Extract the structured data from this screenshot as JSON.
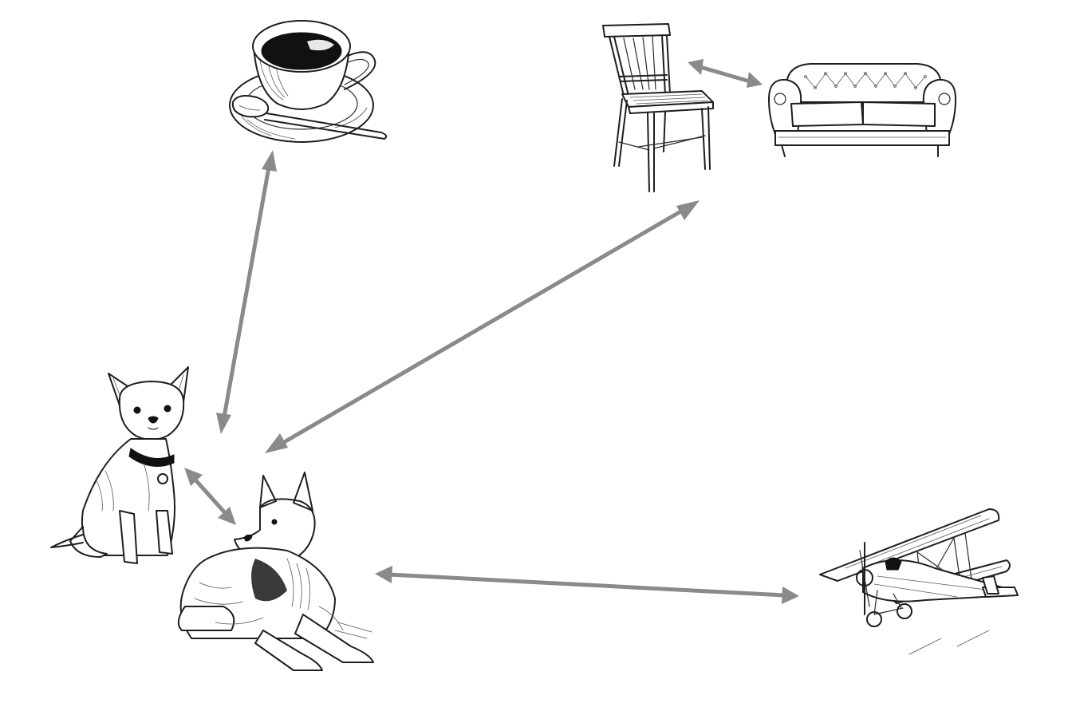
{
  "colors": {
    "arrow": "#8a8a8a",
    "ink": "#1e1e1e",
    "background": "#ffffff"
  },
  "nodes": [
    {
      "id": "coffee",
      "icon": "coffee-cup-icon"
    },
    {
      "id": "chair",
      "icon": "chair-icon"
    },
    {
      "id": "sofa",
      "icon": "sofa-icon"
    },
    {
      "id": "chihuahua",
      "icon": "chihuahua-icon"
    },
    {
      "id": "german-shepherd",
      "icon": "german-shepherd-icon"
    },
    {
      "id": "biplane",
      "icon": "biplane-icon"
    }
  ],
  "connections": [
    {
      "from": "coffee",
      "to": "german-shepherd",
      "bidirectional": true
    },
    {
      "from": "chair",
      "to": "sofa",
      "bidirectional": true
    },
    {
      "from": "chair",
      "to": "german-shepherd",
      "bidirectional": true
    },
    {
      "from": "chihuahua",
      "to": "german-shepherd",
      "bidirectional": true
    },
    {
      "from": "german-shepherd",
      "to": "biplane",
      "bidirectional": true
    }
  ]
}
